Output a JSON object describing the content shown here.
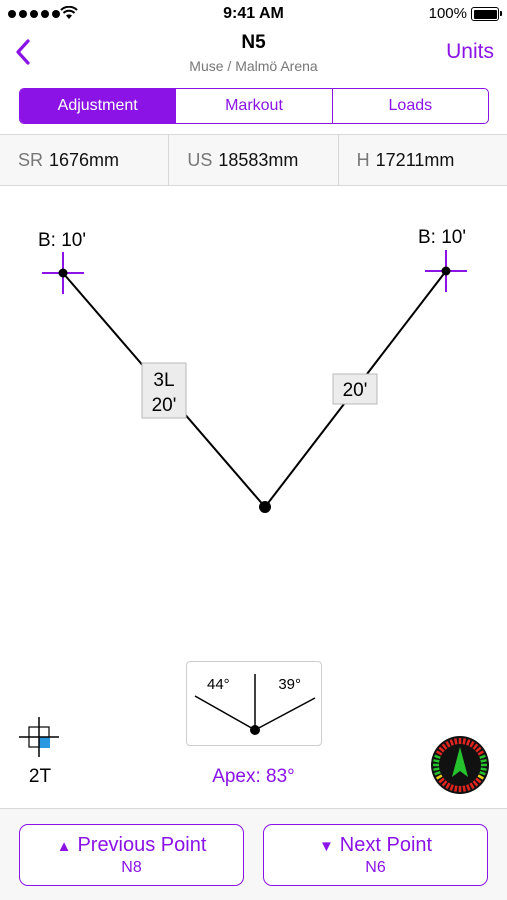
{
  "status_bar": {
    "time": "9:41 AM",
    "battery": "100%",
    "battery_level": 1.0
  },
  "nav": {
    "title": "N5",
    "subtitle": "Muse / Malmö Arena",
    "right_button": "Units"
  },
  "tabs": [
    {
      "label": "Adjustment",
      "active": true
    },
    {
      "label": "Markout",
      "active": false
    },
    {
      "label": "Loads",
      "active": false
    }
  ],
  "measurements": [
    {
      "key": "SR",
      "value": "1676mm"
    },
    {
      "key": "US",
      "value": "18583mm"
    },
    {
      "key": "H",
      "value": "17211mm"
    }
  ],
  "diagram": {
    "left_anchor_label": "B: 10'",
    "right_anchor_label": "B: 10'",
    "left_leg_label_line1": "3L",
    "left_leg_label_line2": "20'",
    "right_leg_label": "20'"
  },
  "angles": {
    "left": "44°",
    "right": "39°",
    "apex": "Apex: 83°"
  },
  "bridle": {
    "label": "2T"
  },
  "bottom": {
    "previous": {
      "arrow": "▲",
      "label": "Previous Point",
      "point": "N8"
    },
    "next": {
      "arrow": "▼",
      "label": "Next Point",
      "point": "N6"
    }
  },
  "colors": {
    "accent": "#8b13e5",
    "bridle_square": "#2a9ae0",
    "compass_arrow": "#25c22e"
  },
  "icons": {
    "back": "chevron-left-icon",
    "bridle": "bridle-crosshair-icon",
    "compass": "compass-icon"
  }
}
